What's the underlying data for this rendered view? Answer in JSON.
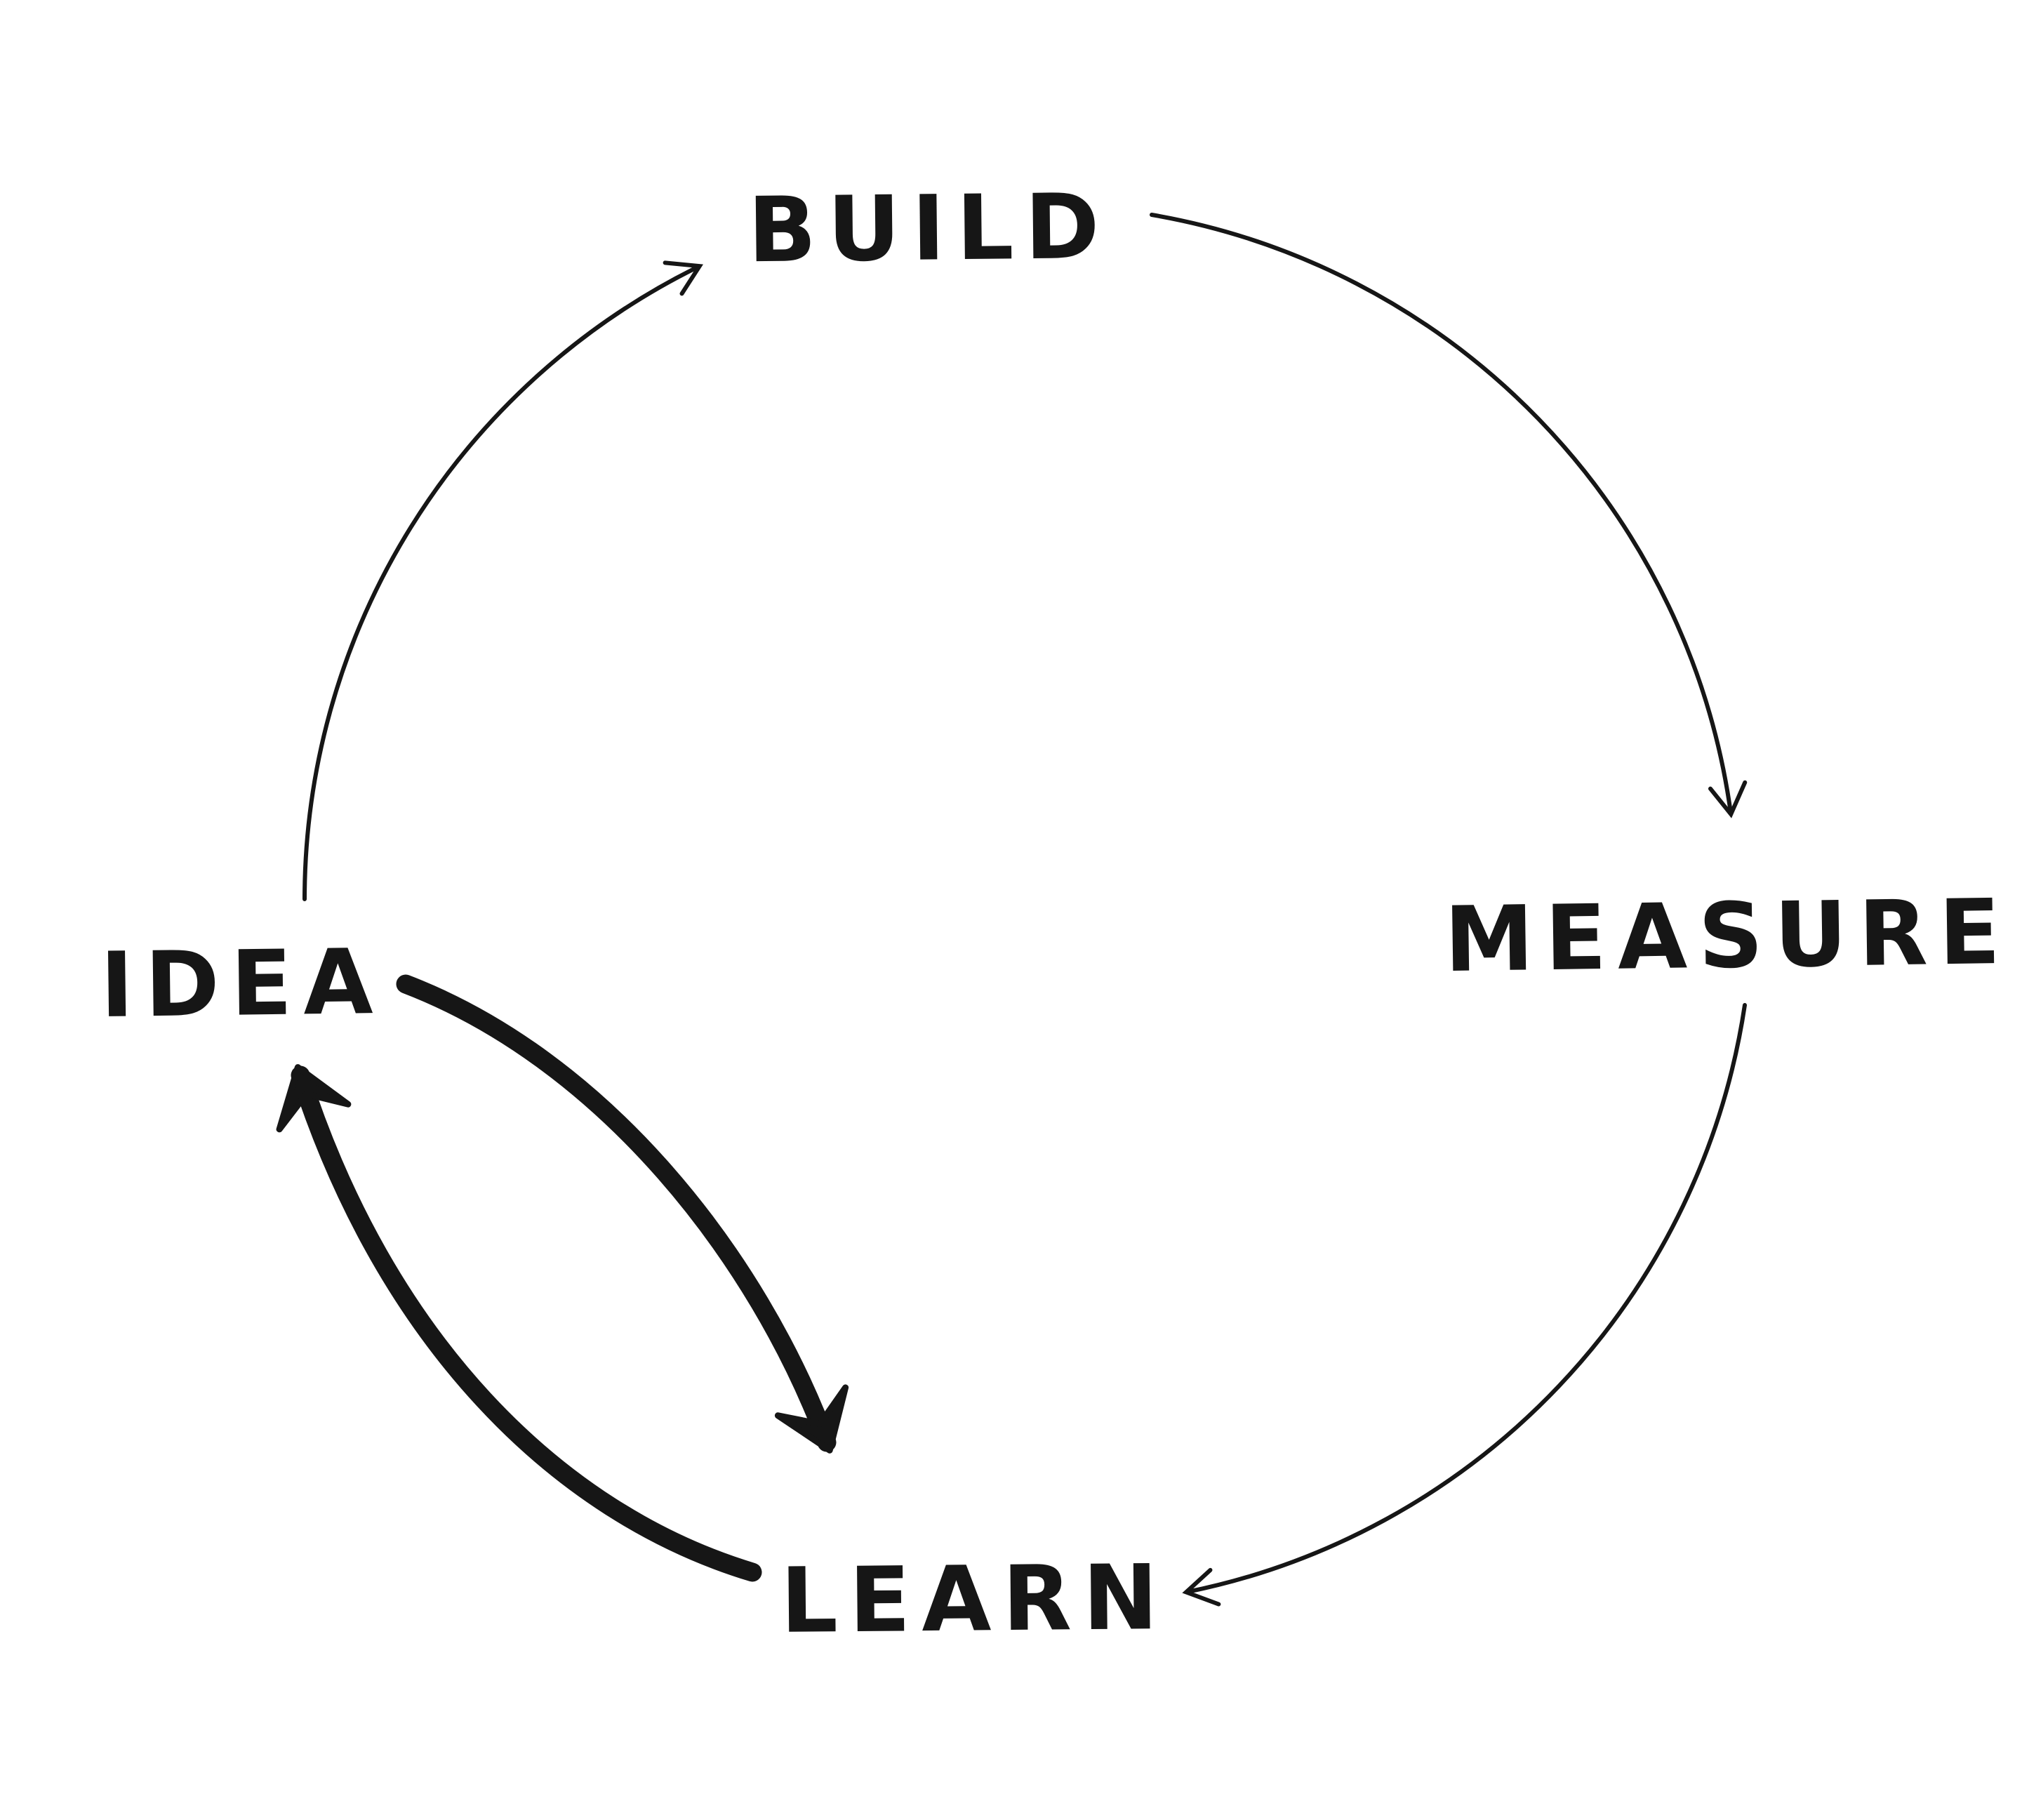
{
  "theme": {
    "ink": "#161616",
    "bg": "#ffffff"
  },
  "diagram": {
    "type": "cycle",
    "style": "hand-drawn",
    "nodes": [
      {
        "id": "build",
        "label": "BUILD",
        "position": "top"
      },
      {
        "id": "measure",
        "label": "MEASURE",
        "position": "right"
      },
      {
        "id": "learn",
        "label": "LEARN",
        "position": "bottom"
      },
      {
        "id": "idea",
        "label": "IDEA",
        "position": "left"
      }
    ],
    "edges": [
      {
        "from": "idea",
        "to": "build",
        "weight": "thin",
        "shape": "arc"
      },
      {
        "from": "build",
        "to": "measure",
        "weight": "thin",
        "shape": "arc"
      },
      {
        "from": "measure",
        "to": "learn",
        "weight": "thin",
        "shape": "arc"
      },
      {
        "from": "idea",
        "to": "learn",
        "weight": "thick",
        "shape": "arc"
      },
      {
        "from": "learn",
        "to": "idea",
        "weight": "thick",
        "shape": "arc"
      }
    ]
  }
}
